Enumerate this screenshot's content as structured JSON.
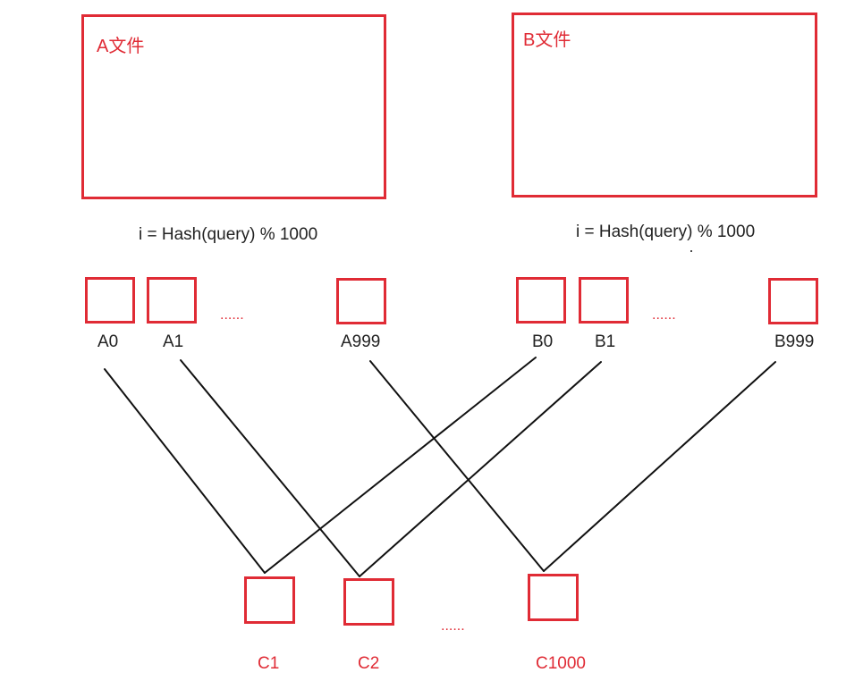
{
  "colors": {
    "accent": "#e02b35",
    "line": "#111111",
    "text": "#222222"
  },
  "files": {
    "a_label": "A文件",
    "b_label": "B文件"
  },
  "formula": {
    "left": "i = Hash(query) % 1000",
    "right": "i = Hash(query) % 1000"
  },
  "a_buckets": {
    "first": "A0",
    "second": "A1",
    "last": "A999",
    "ellipsis": "......"
  },
  "b_buckets": {
    "first": "B0",
    "second": "B1",
    "last": "B999",
    "ellipsis": "......"
  },
  "c_buckets": {
    "first": "C1",
    "second": "C2",
    "last": "C1000",
    "ellipsis": "......"
  },
  "edges": [
    {
      "from": "A0",
      "to": "C1"
    },
    {
      "from": "B0",
      "to": "C1"
    },
    {
      "from": "A1",
      "to": "C2"
    },
    {
      "from": "B1",
      "to": "C2"
    },
    {
      "from": "A999",
      "to": "C1000"
    },
    {
      "from": "B999",
      "to": "C1000"
    }
  ]
}
